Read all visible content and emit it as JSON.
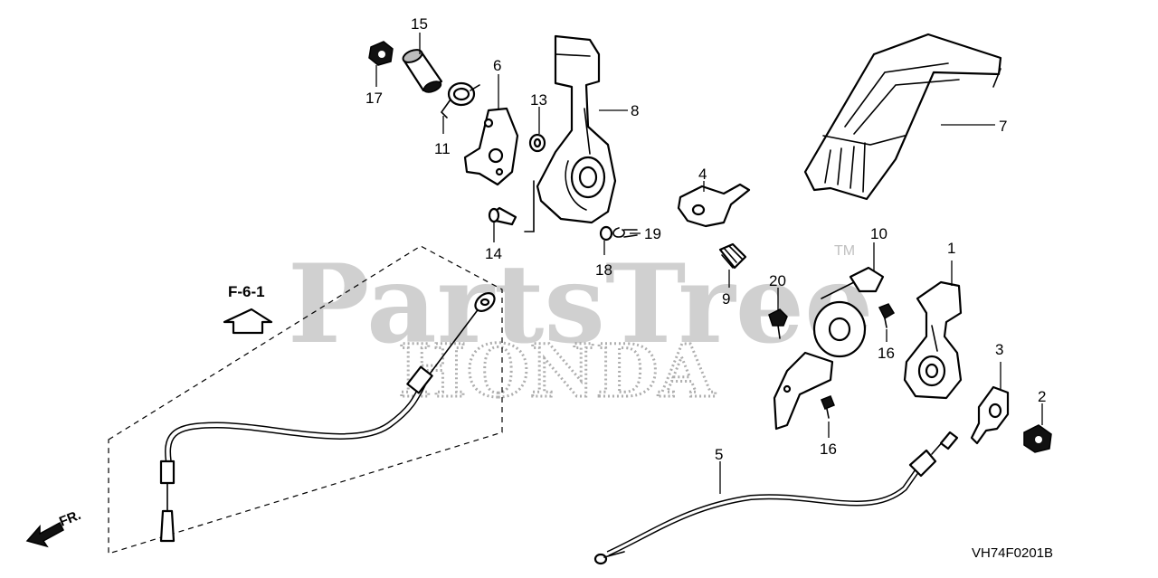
{
  "watermark": {
    "brand": "PartsTree",
    "trademark": "TM",
    "maker": "HONDA"
  },
  "diagram_code": "VH74F0201B",
  "figure_reference": "F-6-1",
  "direction_label": "FR.",
  "callouts": [
    {
      "id": "c1",
      "label": "1"
    },
    {
      "id": "c2",
      "label": "2"
    },
    {
      "id": "c3",
      "label": "3"
    },
    {
      "id": "c4",
      "label": "4"
    },
    {
      "id": "c5",
      "label": "5"
    },
    {
      "id": "c6",
      "label": "6"
    },
    {
      "id": "c7",
      "label": "7"
    },
    {
      "id": "c8",
      "label": "8"
    },
    {
      "id": "c9",
      "label": "9"
    },
    {
      "id": "c10",
      "label": "10"
    },
    {
      "id": "c11",
      "label": "11"
    },
    {
      "id": "c13",
      "label": "13"
    },
    {
      "id": "c14",
      "label": "14"
    },
    {
      "id": "c15",
      "label": "15"
    },
    {
      "id": "c16a",
      "label": "16"
    },
    {
      "id": "c16b",
      "label": "16"
    },
    {
      "id": "c17",
      "label": "17"
    },
    {
      "id": "c18",
      "label": "18"
    },
    {
      "id": "c19",
      "label": "19"
    },
    {
      "id": "c20",
      "label": "20"
    }
  ]
}
